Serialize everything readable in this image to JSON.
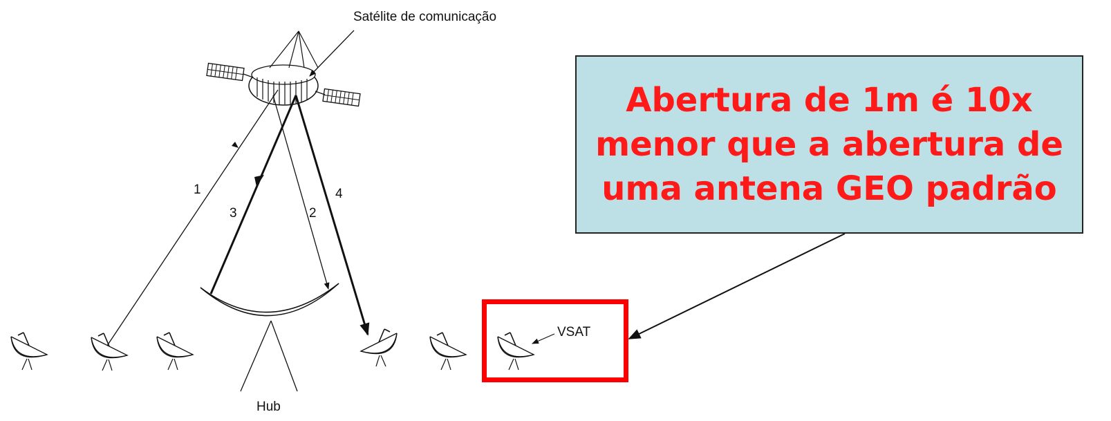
{
  "satellite_label": "Satélite de comunicação",
  "hub_label": "Hub",
  "vsat_label": "VSAT",
  "links": {
    "link1": "1",
    "link2": "2",
    "link3": "3",
    "link4": "4"
  },
  "callout": {
    "line1": "Abertura de 1m é 10x",
    "line2": "menor que a abertura de",
    "line3": "uma antena GEO padrão"
  },
  "colors": {
    "callout_background": "#bde0e6",
    "callout_text": "#ff1a1a",
    "highlight_box": "#ff0000",
    "line": "#111111"
  }
}
